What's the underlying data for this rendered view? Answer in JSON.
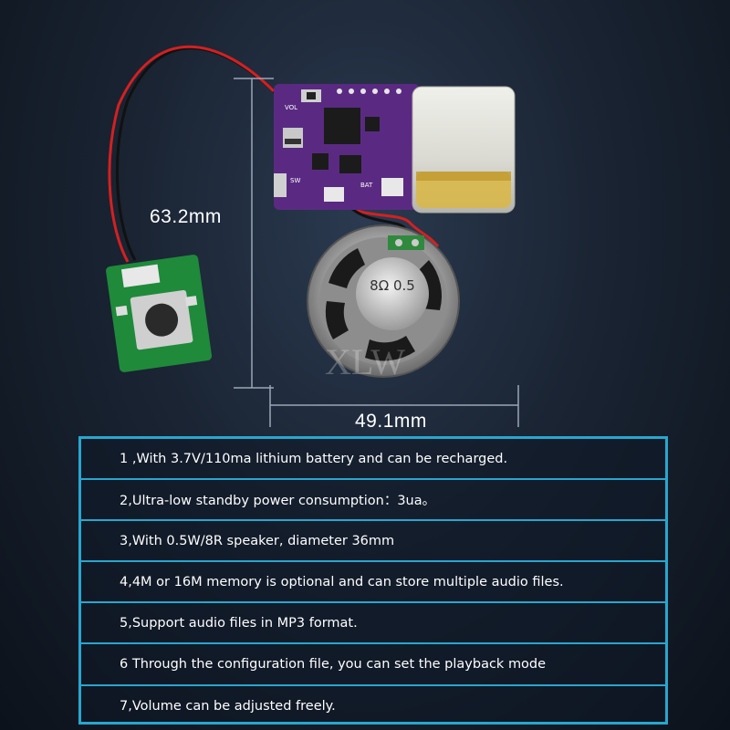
{
  "dimensions": {
    "height_label": "63.2mm",
    "width_label": "49.1mm"
  },
  "watermark": "XLW",
  "parts": {
    "speaker_marking": "8Ω 0.5",
    "board_labels": [
      "VOL",
      "BAT",
      "SW"
    ]
  },
  "features": [
    "1 ,With 3.7V/110ma lithium battery and can be recharged.",
    "2,Ultra-low standby power consumption：3ua。",
    "3,With 0.5W/8R speaker, diameter 36mm",
    "4,4M or 16M memory is optional and can store multiple audio files.",
    "5,Support audio files in MP3 format.",
    "6 Through the configuration file, you can set the playback mode",
    "7,Volume can be adjusted freely."
  ],
  "colors": {
    "border": "#27a7cf",
    "pcb": "#5a2a82",
    "button_pcb": "#1f8a3a",
    "battery": "#d8b84a"
  }
}
